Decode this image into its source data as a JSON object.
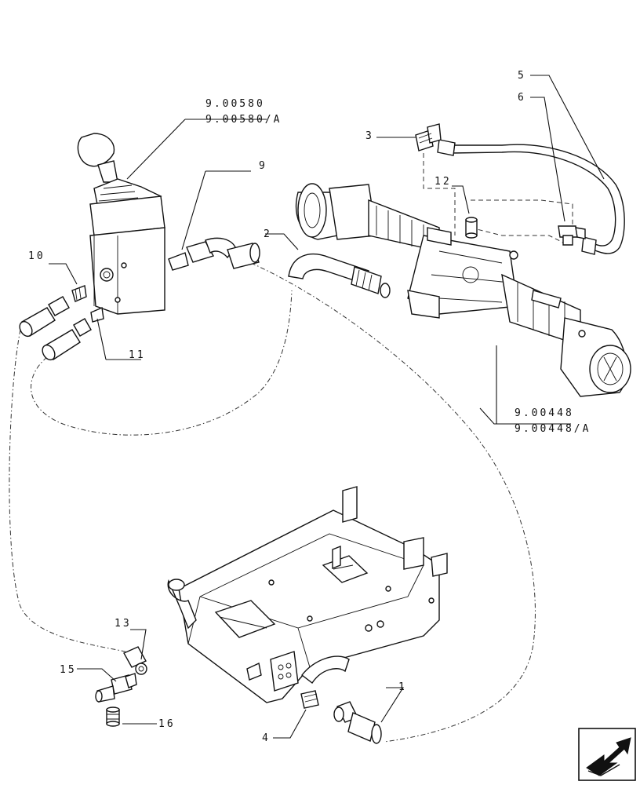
{
  "diagram": {
    "labels": {
      "ref_joystick_1": "9.00580",
      "ref_joystick_2": "9.00580/A",
      "ref_axle_1": "9.00448",
      "ref_axle_2": "9.00448/A",
      "p1": "1",
      "p2": "2",
      "p3": "3",
      "p4": "4",
      "p5": "5",
      "p6": "6",
      "p9": "9",
      "p10": "10",
      "p11": "11",
      "p12": "12",
      "p13": "13",
      "p15": "15",
      "p16": "16"
    },
    "nav_icon": "next-page-arrow-icon"
  }
}
